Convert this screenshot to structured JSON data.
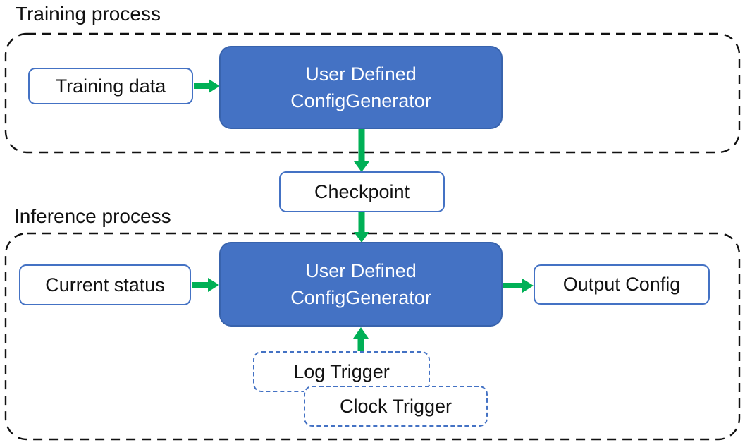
{
  "training": {
    "label": "Training process",
    "input_label": "Training data",
    "generator_line1": "User Defined",
    "generator_line2": "ConfigGenerator"
  },
  "checkpoint_label": "Checkpoint",
  "inference": {
    "label": "Inference process",
    "input_label": "Current status",
    "generator_line1": "User Defined",
    "generator_line2": "ConfigGenerator",
    "output_label": "Output Config",
    "log_trigger_label": "Log Trigger",
    "clock_trigger_label": "Clock Trigger"
  },
  "colors": {
    "node_fill": "#4472C4",
    "node_border": "#3863AD",
    "outline_blue": "#4472C4",
    "arrow_green": "#00B056",
    "container_dash": "#111111",
    "text_dark": "#111111",
    "text_light": "#FFFFFF"
  }
}
